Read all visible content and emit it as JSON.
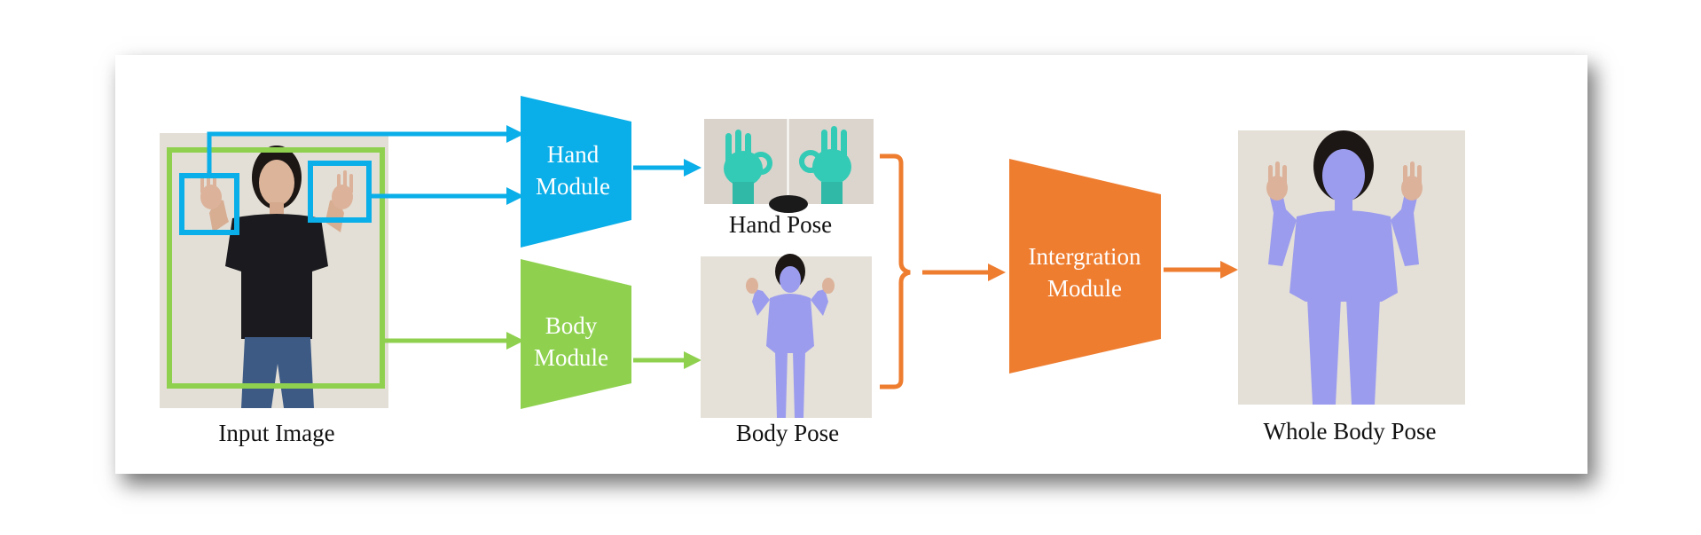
{
  "colors": {
    "hand": "#0aaee8",
    "body": "#8fd14f",
    "integration": "#ee7d30",
    "mesh": "#9c9cee",
    "hand_mesh": "#33cbb6"
  },
  "input_image": {
    "caption": "Input Image"
  },
  "hand_module": {
    "line1": "Hand",
    "line2": "Module"
  },
  "body_module": {
    "line1": "Body",
    "line2": "Module"
  },
  "hand_pose": {
    "caption": "Hand Pose"
  },
  "body_pose": {
    "caption": "Body Pose"
  },
  "integration_module": {
    "line1": "Intergration",
    "line2": "Module"
  },
  "whole_body_pose": {
    "caption": "Whole Body Pose"
  }
}
